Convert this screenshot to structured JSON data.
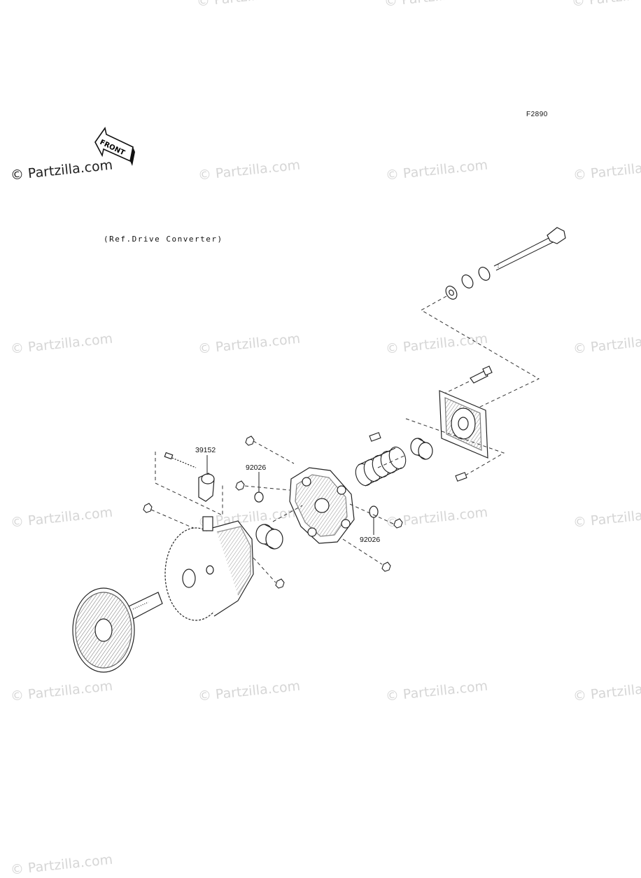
{
  "figure": {
    "code": "F2890"
  },
  "front_arrow": {
    "text": "FRONT"
  },
  "reference_note": "(Ref.Drive Converter)",
  "callouts": [
    {
      "part_number": "39152"
    },
    {
      "part_number": "92026"
    },
    {
      "part_number": "92026"
    }
  ],
  "watermarks": [
    "© Partzilla.com",
    "© Partzilla.com",
    "© Partzilla.com",
    "© Partzilla.com",
    "© Partzilla.com",
    "© Partzilla.com",
    "© Partzilla.com",
    "© Partzilla.com",
    "© Partzilla.com",
    "© Partzilla.com",
    "© Partzilla.com",
    "© Partzilla.com",
    "© Partzilla.com",
    "© Partzilla.com",
    "© Partzilla.com",
    "© Partzilla.com",
    "© Partzilla.com",
    "© Partzilla.com",
    "© Partzilla.com",
    "© Partzilla.com"
  ]
}
